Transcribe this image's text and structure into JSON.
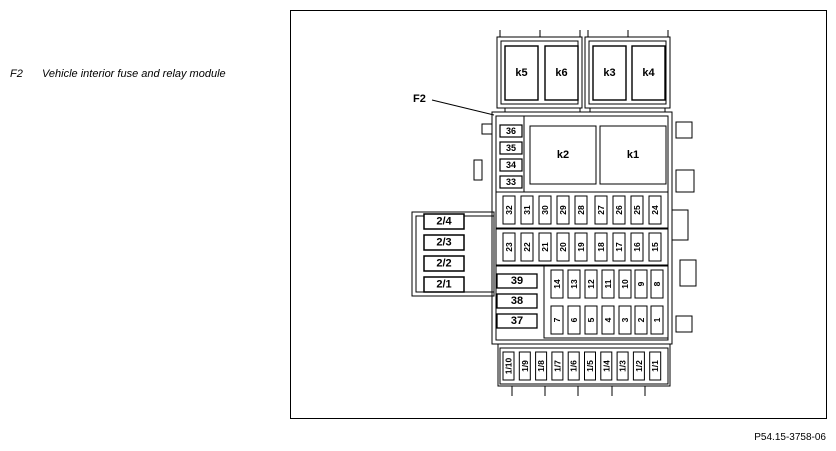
{
  "legend": {
    "code": "F2",
    "description": "Vehicle interior fuse and relay module"
  },
  "callout": "F2",
  "reference": "P54.15-3758-06",
  "relays": {
    "top_left": [
      "k5",
      "k6"
    ],
    "top_right": [
      "k3",
      "k4"
    ],
    "main": [
      "k2",
      "k1"
    ]
  },
  "fuses": {
    "side_stack": [
      "36",
      "35",
      "34",
      "33"
    ],
    "row_upper": [
      "32",
      "31",
      "30",
      "29",
      "28",
      "27",
      "26",
      "25",
      "24"
    ],
    "row_middle": [
      "23",
      "22",
      "21",
      "20",
      "19",
      "18",
      "17",
      "16",
      "15"
    ],
    "row_lower_a": [
      "14",
      "13",
      "12",
      "11",
      "10",
      "9",
      "8"
    ],
    "row_lower_b": [
      "7",
      "6",
      "5",
      "4",
      "3",
      "2",
      "1"
    ],
    "large": [
      "39",
      "38",
      "37"
    ],
    "left_connectors": [
      "2/4",
      "2/3",
      "2/2",
      "2/1"
    ],
    "bottom_row": [
      "1/10",
      "1/9",
      "1/8",
      "1/7",
      "1/6",
      "1/5",
      "1/4",
      "1/3",
      "1/2",
      "1/1"
    ]
  }
}
